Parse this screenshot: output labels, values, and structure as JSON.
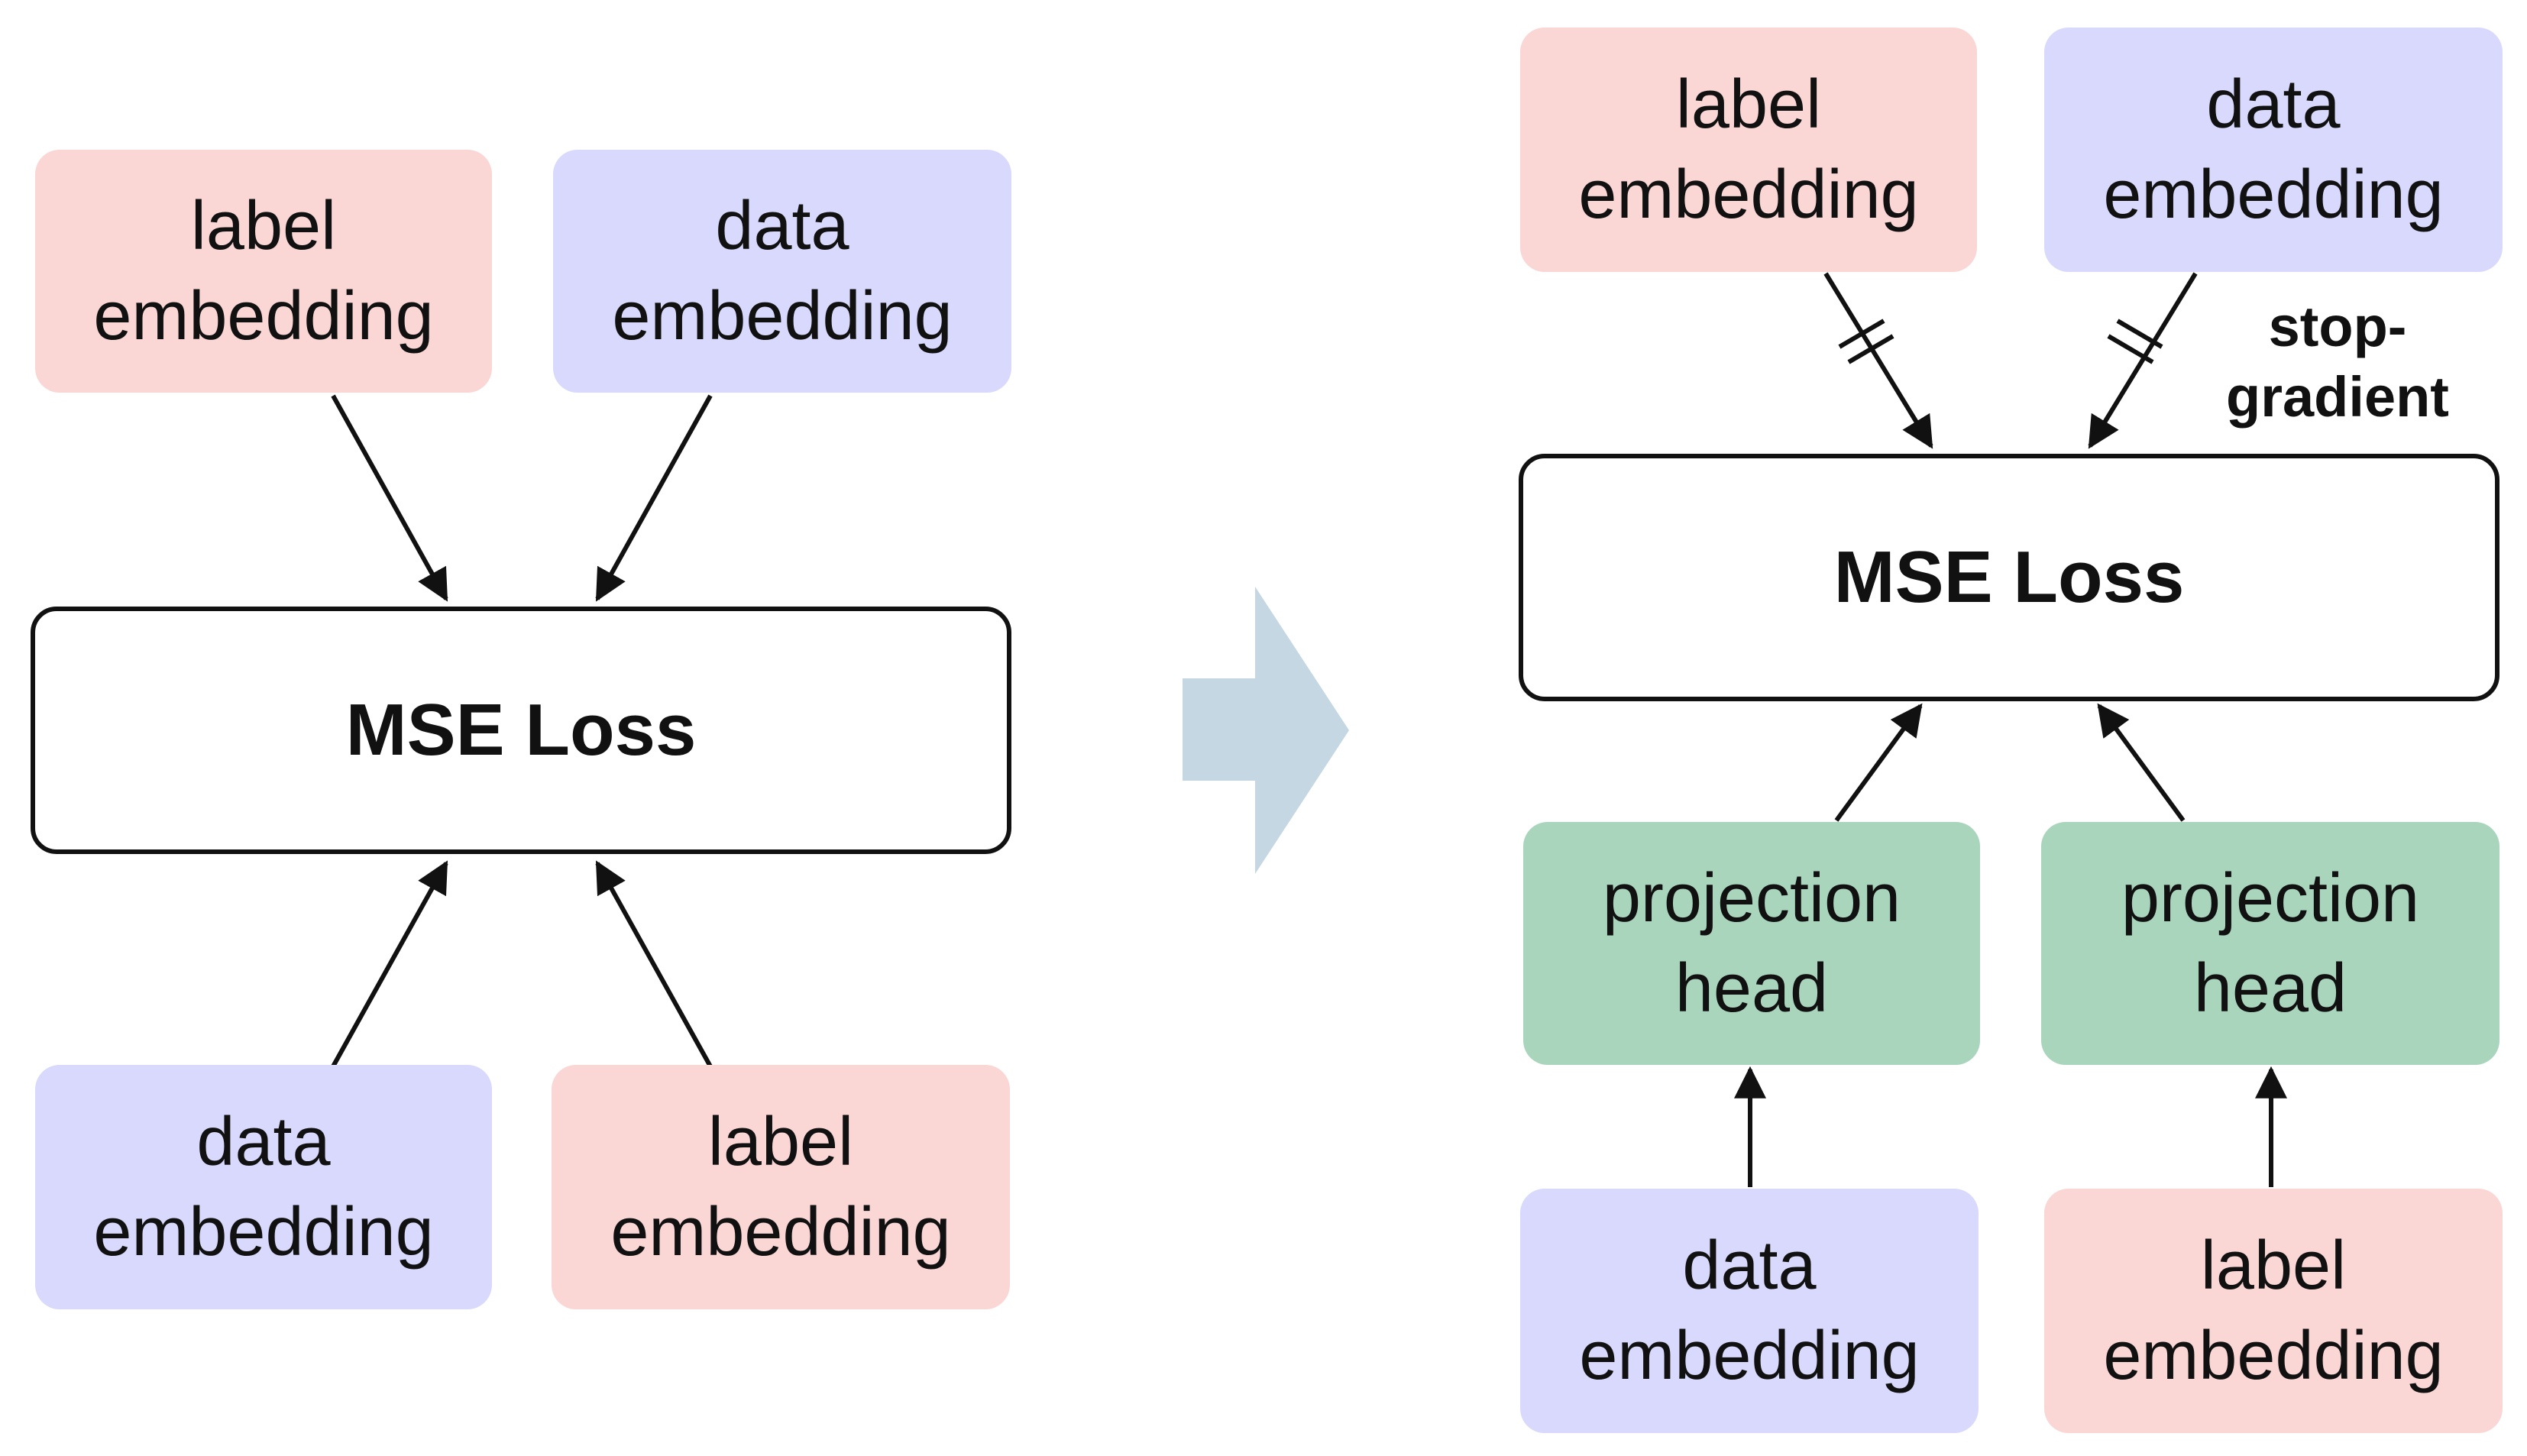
{
  "left": {
    "top_left": {
      "line1": "label",
      "line2": "embedding"
    },
    "top_right": {
      "line1": "data",
      "line2": "embedding"
    },
    "loss": "MSE Loss",
    "bottom_left": {
      "line1": "data",
      "line2": "embedding"
    },
    "bottom_right": {
      "line1": "label",
      "line2": "embedding"
    }
  },
  "right": {
    "top_left": {
      "line1": "label",
      "line2": "embedding"
    },
    "top_right": {
      "line1": "data",
      "line2": "embedding"
    },
    "stop_gradient": {
      "line1": "stop-",
      "line2": "gradient"
    },
    "loss": "MSE Loss",
    "proj_left": {
      "line1": "projection",
      "line2": "head"
    },
    "proj_right": {
      "line1": "projection",
      "line2": "head"
    },
    "bottom_left": {
      "line1": "data",
      "line2": "embedding"
    },
    "bottom_right": {
      "line1": "label",
      "line2": "embedding"
    }
  },
  "colors": {
    "label_embedding": "#fad6d4",
    "data_embedding": "#d8d9fc",
    "projection_head": "#a9d5bd",
    "transition_arrow": "#c5d7e3"
  }
}
